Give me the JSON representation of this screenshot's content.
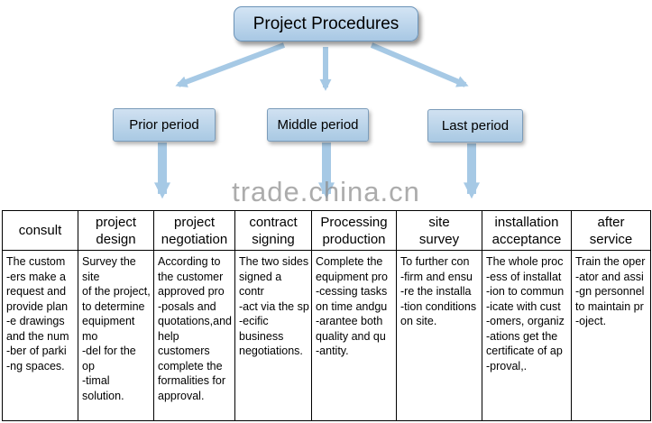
{
  "title": "Project Procedures",
  "watermark": "trade.china.cn",
  "periods": {
    "prior": "Prior period",
    "middle": "Middle period",
    "last": "Last period"
  },
  "table": {
    "headers": [
      "consult",
      "project\ndesign",
      "project\nnegotiation",
      "contract\nsigning",
      "Processing\nproduction",
      "site\nsurvey",
      "installation\nacceptance",
      "after\nservice"
    ],
    "cells": [
      "The custom\n-ers make a\nrequest and\nprovide plan\n-e drawings\nand the num\n-ber of parki\n-ng spaces.",
      "Survey the site\nof the project,\nto determine\nequipment mo\n-del for the op\n-timal solution.",
      "According to\nthe customer\napproved pro\n-posals and\nquotations,and\nhelp customers\ncomplete the\nformalities for\napproval.",
      "The two sides\nsigned a contr\n-act via the sp\n-ecific business\nnegotiations.",
      "Complete the\nequipment pro\n-cessing tasks\non time andgu\n-arantee both\nquality and qu\n-antity.",
      "To further con\n-firm and ensu\n-re the installa\n-tion conditions\non site.",
      "The whole proc\n-ess of installat\n-ion to commun\n-icate with cust\n-omers, organiz\n-ations get the\ncertificate of ap\n-proval,.",
      "Train the oper\n-ator and assi\n-gn personnel\nto maintain pr\n-oject."
    ]
  },
  "colors": {
    "box_fill": "#a9c9e3",
    "box_border": "#7b9cba",
    "arrow": "#a6c9e5",
    "table_border": "#000000",
    "watermark": "#8c8c8c"
  }
}
